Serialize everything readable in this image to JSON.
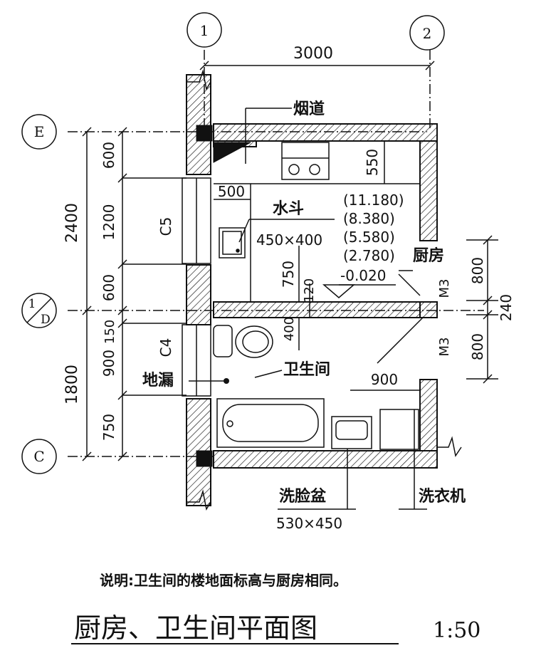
{
  "title": "厨房、卫生间平面图",
  "scale": "1:50",
  "note": "说明:卫生间的楼地面标高与厨房相同。",
  "axes": {
    "col_1": "1",
    "col_2": "2",
    "row_E": "E",
    "row_D_num": "1",
    "row_D_letter": "D",
    "row_C": "C"
  },
  "dims": {
    "top_span": "3000",
    "left_2400": "2400",
    "left_1800": "1800",
    "d600a": "600",
    "d1200": "1200",
    "d600b": "600",
    "d150": "150",
    "d900": "900",
    "d750": "750",
    "d550": "550",
    "d500": "500",
    "d750k": "750",
    "d120": "120",
    "d400": "400",
    "d900b": "900",
    "d800a": "800",
    "d240": "240",
    "d800b": "800"
  },
  "labels": {
    "flue": "烟道",
    "sink": "水斗",
    "sink_size": "450×400",
    "elev1": "(11.180)",
    "elev2": "(8.380)",
    "elev3": "(5.580)",
    "elev4": "(2.780)",
    "kitchen": "厨房",
    "elev_base": "-0.020",
    "door_m3a": "M3",
    "door_m3b": "M3",
    "win_c5": "C5",
    "win_c4": "C4",
    "bathroom": "卫生间",
    "drain": "地漏",
    "basin": "洗脸盆",
    "basin_size": "530×450",
    "washer": "洗衣机"
  },
  "colors": {
    "ink": "#111111",
    "background": "#ffffff"
  }
}
